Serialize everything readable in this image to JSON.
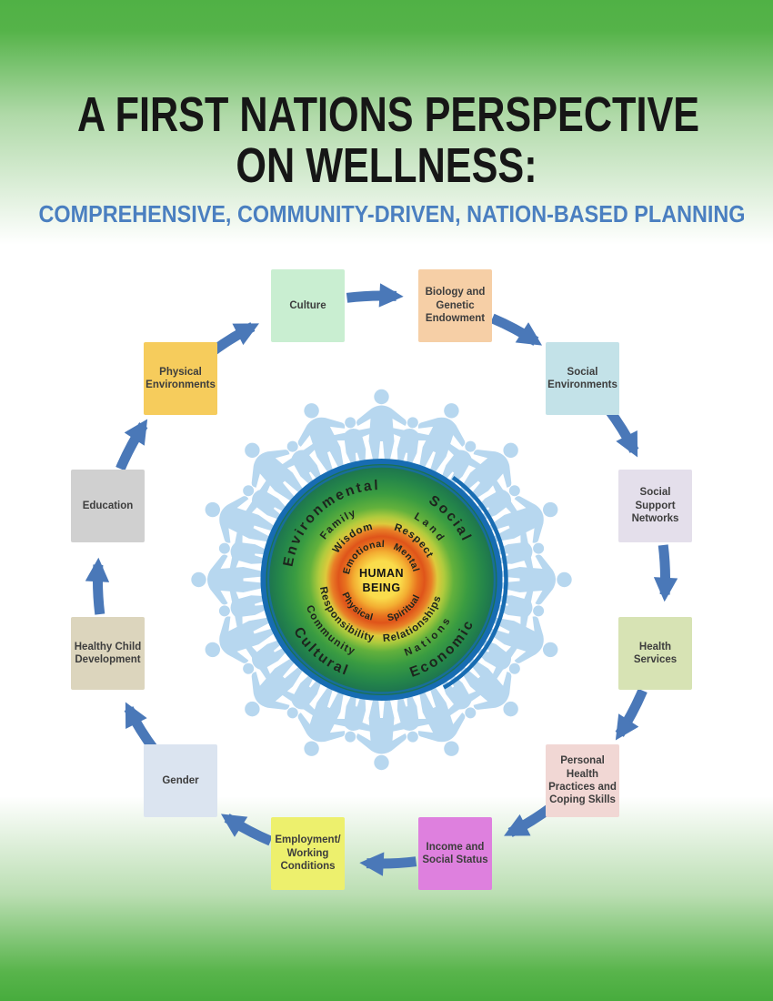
{
  "page": {
    "title_line1": "A FIRST NATIONS PERSPECTIVE",
    "title_line2": "ON WELLNESS:",
    "subtitle": "COMPREHENSIVE, COMMUNITY-DRIVEN, NATION-BASED PLANNING"
  },
  "palette": {
    "background_green": "#50b145",
    "title_black": "#161616",
    "subtitle_blue": "#4a7fc0",
    "arrow_blue": "#4a78b8",
    "figures_blue": "#b7d7ef",
    "wheel_border_blue": "#176cb2",
    "box_text": "#3d3d3d",
    "wheel_gradient": [
      "#fbdf52",
      "#f3ae32",
      "#df541a",
      "#e97f27",
      "#ddca3c",
      "#63b13c",
      "#3a9c41",
      "#1b6f50"
    ]
  },
  "determinants": [
    {
      "label": "Culture",
      "color": "#c9eed1"
    },
    {
      "label": "Biology and\nGenetic\nEndowment",
      "color": "#f6cfa6"
    },
    {
      "label": "Social\nEnvironments",
      "color": "#c3e2e8"
    },
    {
      "label": "Social\nSupport\nNetworks",
      "color": "#e4dfeb"
    },
    {
      "label": "Health\nServices",
      "color": "#d7e3b4"
    },
    {
      "label": "Personal\nHealth\nPractices and\nCoping Skills",
      "color": "#f1d7d4"
    },
    {
      "label": "Income and\nSocial Status",
      "color": "#de80de"
    },
    {
      "label": "Employment/\nWorking\nConditions",
      "color": "#edf06d"
    },
    {
      "label": "Gender",
      "color": "#dbe4f0"
    },
    {
      "label": "Healthy Child\nDevelopment",
      "color": "#dcd5bd"
    },
    {
      "label": "Education",
      "color": "#d0d0d0"
    },
    {
      "label": "Physical\nEnvironments",
      "color": "#f6cc5c"
    }
  ],
  "wheel": {
    "center": {
      "line1": "HUMAN",
      "line2": "BEING"
    },
    "outer_ring": [
      "Environmental",
      "Social",
      "Economic",
      "Cultural"
    ],
    "second_ring": [
      "Family",
      "Land",
      "Nations",
      "Community"
    ],
    "third_ring": [
      "Wisdom",
      "Respect",
      "Relationships",
      "Responsibility"
    ],
    "inner_ring": [
      "Emotional",
      "Mental",
      "Spiritual",
      "Physical"
    ]
  }
}
